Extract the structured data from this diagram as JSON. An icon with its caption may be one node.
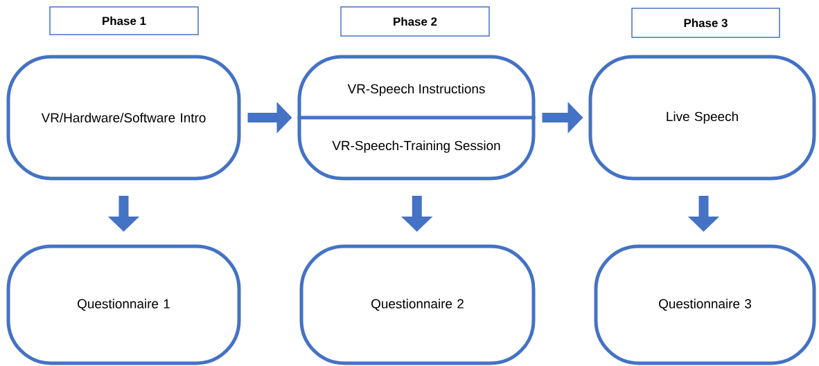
{
  "diagram": {
    "nodes": [
      {
        "text": [
          "Phase 1"
        ]
      },
      {
        "text": [
          "Phase 2"
        ]
      },
      {
        "text": [
          "Phase 3"
        ]
      },
      {
        "text": [
          "VR/Hardware/Software Intro"
        ]
      },
      {
        "text": [
          "VR-Speech Instructions",
          "VR-Speech-Training Session"
        ]
      },
      {
        "text": [
          "Live Speech"
        ]
      },
      {
        "text": [
          "Questionnaire 1"
        ]
      },
      {
        "text": [
          "Questionnaire 2"
        ]
      },
      {
        "text": [
          "Questionnaire 3"
        ]
      }
    ],
    "edges": [
      {
        "from": 3,
        "to": 4,
        "arrow": "to"
      },
      {
        "from": 4,
        "to": 5,
        "arrow": "to"
      },
      {
        "from": 3,
        "to": 6,
        "arrow": "to"
      },
      {
        "from": 4,
        "to": 7,
        "arrow": "to"
      },
      {
        "from": 5,
        "to": 8,
        "arrow": "to"
      }
    ]
  }
}
